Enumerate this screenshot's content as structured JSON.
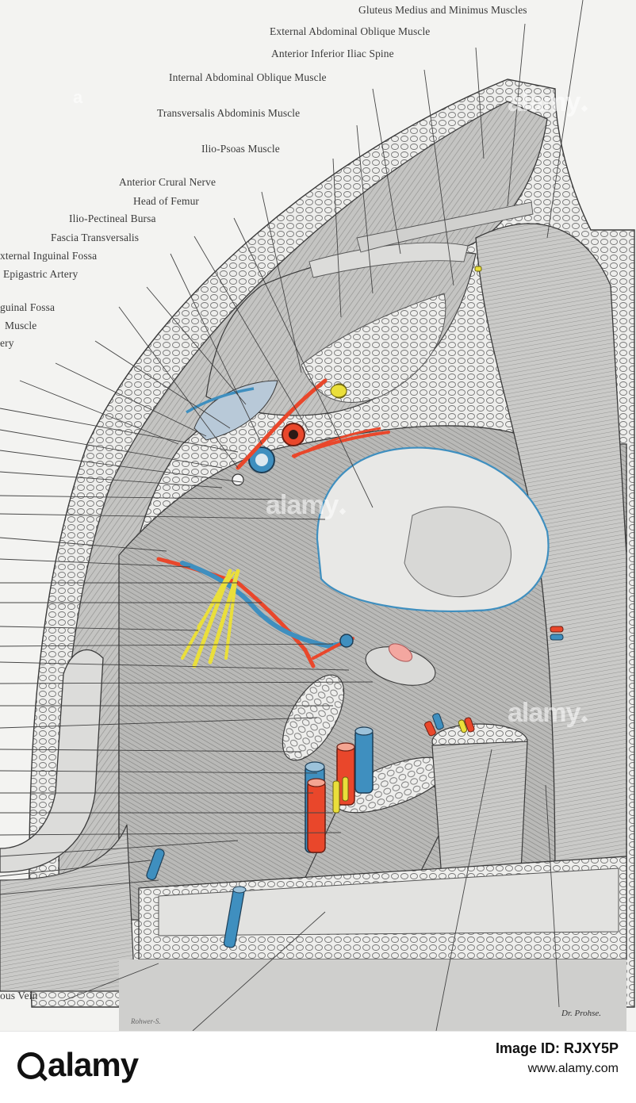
{
  "labels": {
    "gluteus": "Gluteus Medius and Minimus Muscles",
    "ext_oblique": "External Abdominal Oblique Muscle",
    "ant_inf_iliac": "Anterior Inferior Iliac Spine",
    "int_oblique": "Internal Abdominal Oblique Muscle",
    "transversalis": "Transversalis Abdominis Muscle",
    "iliopsoas": "Ilio-Psoas Muscle",
    "crural_nerve": "Anterior Crural Nerve",
    "femur_head": "Head of Femur",
    "bursa": "Ilio-Pectineal Bursa",
    "fascia": "Fascia Transversalis",
    "ext_fossa": "xternal Inguinal Fossa",
    "epigastric": "Epigastric Artery",
    "inguinal_fossa": "guinal Fossa",
    "muscle": "Muscle",
    "artery": "ery",
    "vein": "ous Vein"
  },
  "watermark": "alamy",
  "signature": "Dr. Prohse.",
  "engraver": "Rohwer-S.",
  "footer": {
    "brand": "alamy",
    "image_id": "Image ID: RJXY5P",
    "url": "www.alamy.com"
  },
  "colors": {
    "artery": "#e9472b",
    "vein": "#3f8fbf",
    "nerve": "#eadf3a",
    "muscle": "#bfbfbd",
    "bone": "#e6e6e6",
    "outline": "#3a3a3a"
  }
}
